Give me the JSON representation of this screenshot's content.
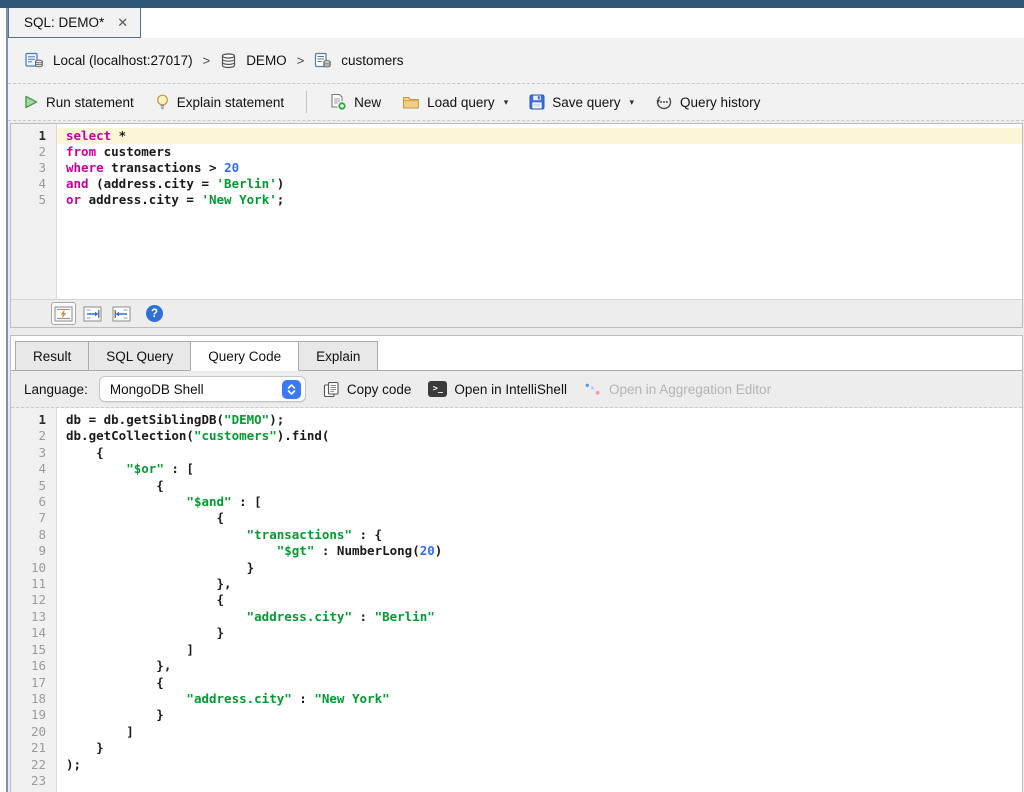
{
  "colors": {
    "kw": "#C4009F",
    "str": "#009B33",
    "num": "#2E6FF2",
    "accent": "#3B79F7",
    "titlebar": "#2E5878"
  },
  "icons": {
    "close": "✕",
    "caret_down": "▾",
    "help": "?",
    "terminal_prompt": ">_"
  },
  "window": {
    "tab_title": "SQL: DEMO*"
  },
  "breadcrumb": {
    "separator": ">",
    "connection": "Local (localhost:27017)",
    "database": "DEMO",
    "collection": "customers"
  },
  "toolbar": {
    "run": "Run statement",
    "explain": "Explain statement",
    "new": "New",
    "load": "Load query",
    "save": "Save query",
    "history": "Query history"
  },
  "sql_editor": {
    "active_line": 1,
    "highlight_active": true,
    "lines": [
      [
        {
          "t": "select",
          "c": "kw"
        },
        {
          "t": " *",
          "c": "pl"
        }
      ],
      [
        {
          "t": "from",
          "c": "kw"
        },
        {
          "t": " customers",
          "c": "pl"
        }
      ],
      [
        {
          "t": "where",
          "c": "kw"
        },
        {
          "t": " transactions > ",
          "c": "pl"
        },
        {
          "t": "20",
          "c": "num"
        }
      ],
      [
        {
          "t": "and",
          "c": "kw"
        },
        {
          "t": " (address.city = ",
          "c": "pl"
        },
        {
          "t": "'Berlin'",
          "c": "str"
        },
        {
          "t": ")",
          "c": "pl"
        }
      ],
      [
        {
          "t": "or",
          "c": "kw"
        },
        {
          "t": " address.city = ",
          "c": "pl"
        },
        {
          "t": "'New York'",
          "c": "str"
        },
        {
          "t": ";",
          "c": "pl"
        }
      ]
    ]
  },
  "result_tabs": {
    "tabs": [
      "Result",
      "SQL Query",
      "Query Code",
      "Explain"
    ],
    "active": "Query Code"
  },
  "language_bar": {
    "label": "Language:",
    "selected": "MongoDB Shell",
    "copy_code": "Copy code",
    "open_intellishell": "Open in IntelliShell",
    "open_aggregation": "Open in Aggregation Editor"
  },
  "query_code": {
    "active_line": 1,
    "highlight_active": false,
    "lines": [
      [
        {
          "t": "db = db.getSiblingDB(",
          "c": "pl"
        },
        {
          "t": "\"DEMO\"",
          "c": "str"
        },
        {
          "t": ");",
          "c": "pl"
        }
      ],
      [
        {
          "t": "db.getCollection(",
          "c": "pl"
        },
        {
          "t": "\"customers\"",
          "c": "str"
        },
        {
          "t": ").find(",
          "c": "pl"
        }
      ],
      [
        {
          "t": "    {",
          "c": "pl"
        }
      ],
      [
        {
          "t": "        ",
          "c": "pl"
        },
        {
          "t": "\"$or\"",
          "c": "str"
        },
        {
          "t": " : [",
          "c": "pl"
        }
      ],
      [
        {
          "t": "            {",
          "c": "pl"
        }
      ],
      [
        {
          "t": "                ",
          "c": "pl"
        },
        {
          "t": "\"$and\"",
          "c": "str"
        },
        {
          "t": " : [",
          "c": "pl"
        }
      ],
      [
        {
          "t": "                    {",
          "c": "pl"
        }
      ],
      [
        {
          "t": "                        ",
          "c": "pl"
        },
        {
          "t": "\"transactions\"",
          "c": "str"
        },
        {
          "t": " : {",
          "c": "pl"
        }
      ],
      [
        {
          "t": "                            ",
          "c": "pl"
        },
        {
          "t": "\"$gt\"",
          "c": "str"
        },
        {
          "t": " : NumberLong(",
          "c": "pl"
        },
        {
          "t": "20",
          "c": "num"
        },
        {
          "t": ")",
          "c": "pl"
        }
      ],
      [
        {
          "t": "                        }",
          "c": "pl"
        }
      ],
      [
        {
          "t": "                    },",
          "c": "pl"
        }
      ],
      [
        {
          "t": "                    {",
          "c": "pl"
        }
      ],
      [
        {
          "t": "                        ",
          "c": "pl"
        },
        {
          "t": "\"address.city\"",
          "c": "str"
        },
        {
          "t": " : ",
          "c": "pl"
        },
        {
          "t": "\"Berlin\"",
          "c": "str"
        }
      ],
      [
        {
          "t": "                    }",
          "c": "pl"
        }
      ],
      [
        {
          "t": "                ]",
          "c": "pl"
        }
      ],
      [
        {
          "t": "            },",
          "c": "pl"
        }
      ],
      [
        {
          "t": "            {",
          "c": "pl"
        }
      ],
      [
        {
          "t": "                ",
          "c": "pl"
        },
        {
          "t": "\"address.city\"",
          "c": "str"
        },
        {
          "t": " : ",
          "c": "pl"
        },
        {
          "t": "\"New York\"",
          "c": "str"
        }
      ],
      [
        {
          "t": "            }",
          "c": "pl"
        }
      ],
      [
        {
          "t": "        ]",
          "c": "pl"
        }
      ],
      [
        {
          "t": "    }",
          "c": "pl"
        }
      ],
      [
        {
          "t": ");",
          "c": "pl"
        }
      ],
      [
        {
          "t": "",
          "c": "pl"
        }
      ]
    ]
  }
}
